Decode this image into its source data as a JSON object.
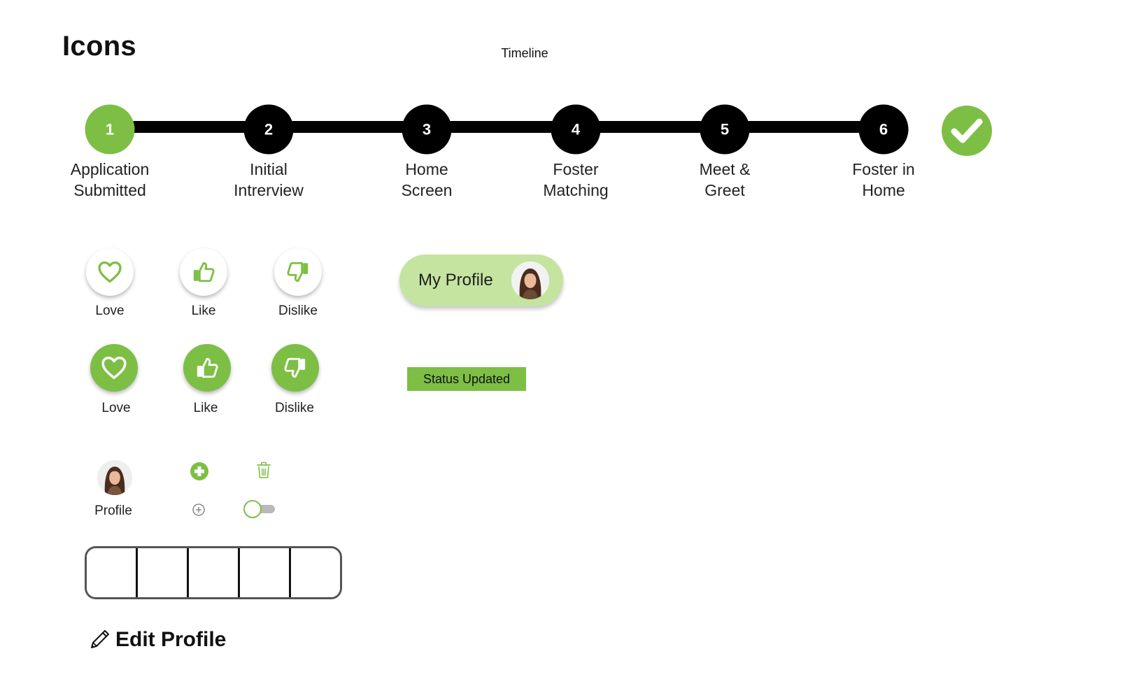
{
  "page": {
    "title": "Icons",
    "timeline_caption": "Timeline"
  },
  "colors": {
    "accent": "#7dbf44",
    "accent_light": "#c5e4a0",
    "track": "#000000"
  },
  "timeline": {
    "steps": [
      {
        "number": "1",
        "label_line1": "Application",
        "label_line2": "Submitted",
        "state": "active"
      },
      {
        "number": "2",
        "label_line1": "Initial",
        "label_line2": "Intrerview",
        "state": "pending"
      },
      {
        "number": "3",
        "label_line1": "Home",
        "label_line2": "Screen",
        "state": "pending"
      },
      {
        "number": "4",
        "label_line1": "Foster",
        "label_line2": "Matching",
        "state": "pending"
      },
      {
        "number": "5",
        "label_line1": "Meet &",
        "label_line2": "Greet",
        "state": "pending"
      },
      {
        "number": "6",
        "label_line1": "Foster in",
        "label_line2": "Home",
        "state": "pending"
      }
    ],
    "done_icon": "check-icon"
  },
  "reactions_outline": [
    {
      "label": "Love",
      "icon": "heart-icon"
    },
    {
      "label": "Like",
      "icon": "thumbs-up-icon"
    },
    {
      "label": "Dislike",
      "icon": "thumbs-down-icon"
    }
  ],
  "reactions_filled": [
    {
      "label": "Love",
      "icon": "heart-icon"
    },
    {
      "label": "Like",
      "icon": "thumbs-up-icon"
    },
    {
      "label": "Dislike",
      "icon": "thumbs-down-icon"
    }
  ],
  "my_profile": {
    "label": "My Profile",
    "avatar_icon": "avatar"
  },
  "status_badge": {
    "text": "Status Updated"
  },
  "profile": {
    "label": "Profile"
  },
  "small_icons": [
    "add-circle-filled-icon",
    "trash-icon",
    "add-circle-outline-icon",
    "toggle-switch"
  ],
  "toggle": {
    "state": "off"
  },
  "code_input": {
    "cells": 5
  },
  "edit_profile": {
    "label": "Edit Profile",
    "icon": "pencil-icon"
  }
}
